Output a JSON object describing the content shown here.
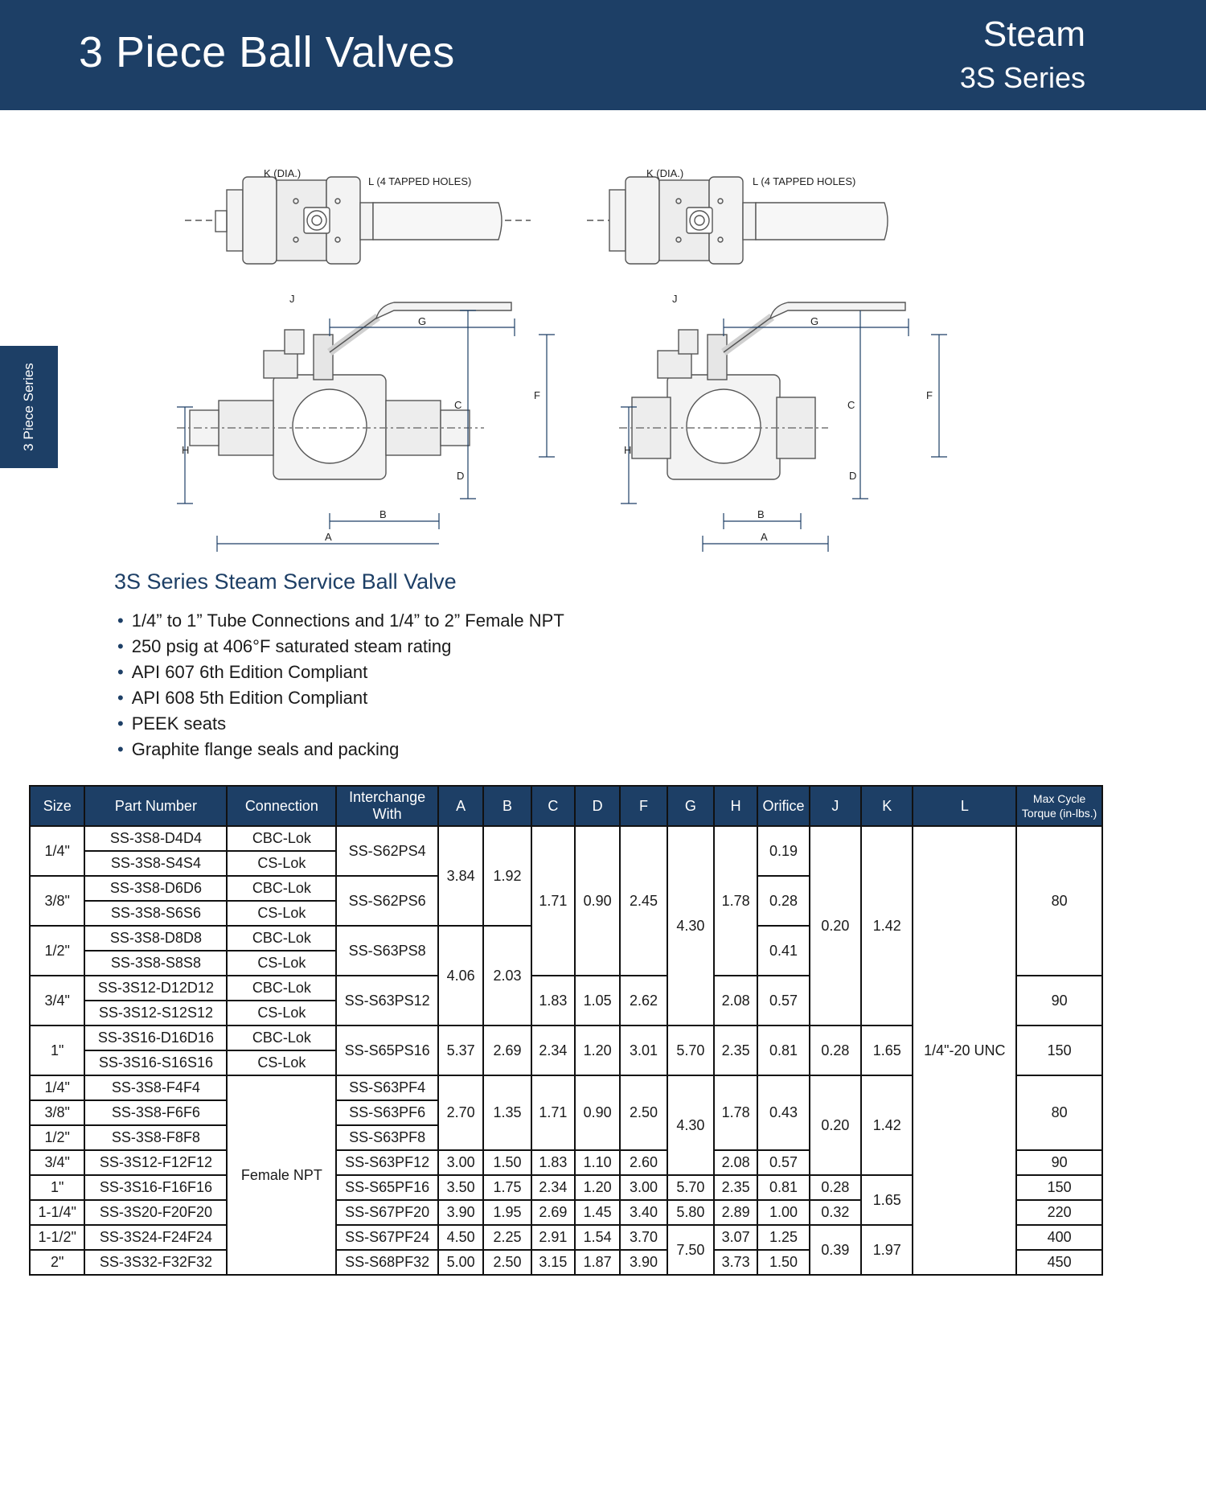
{
  "header": {
    "title": "3 Piece Ball Valves",
    "category": "Steam",
    "series": "3S Series"
  },
  "side_tab": "3 Piece Series",
  "drawings": {
    "top_labels": {
      "k": "K (DIA.)",
      "l": "L (4 TAPPED HOLES)",
      "j": "J"
    },
    "dim_labels": {
      "g": "G",
      "c": "C",
      "f": "F",
      "h": "H",
      "d": "D",
      "b": "B",
      "a": "A"
    }
  },
  "section": {
    "title": "3S Series Steam Service Ball Valve",
    "bullets": [
      "1/4” to 1” Tube Connections and 1/4” to 2” Female NPT",
      "250 psig at 406°F saturated steam rating",
      "API 607 6th Edition Compliant",
      "API 608 5th Edition Compliant",
      "PEEK seats",
      "Graphite flange seals and packing"
    ]
  },
  "table": {
    "headers": {
      "size": "Size",
      "part": "Part Number",
      "conn": "Connection",
      "inter_1": "Interchange",
      "inter_2": "With",
      "a": "A",
      "b": "B",
      "c": "C",
      "d": "D",
      "f": "F",
      "g": "G",
      "h": "H",
      "orifice": "Orifice",
      "j": "J",
      "k": "K",
      "l": "L",
      "torque_1": "Max Cycle",
      "torque_2": "Torque (in-lbs.)"
    },
    "tube": {
      "sizes": [
        "1/4\"",
        "3/8\"",
        "1/2\"",
        "3/4\"",
        "1\""
      ],
      "parts": [
        "SS-3S8-D4D4",
        "SS-3S8-S4S4",
        "SS-3S8-D6D6",
        "SS-3S8-S6S6",
        "SS-3S8-D8D8",
        "SS-3S8-S8S8",
        "SS-3S12-D12D12",
        "SS-3S12-S12S12",
        "SS-3S16-D16D16",
        "SS-3S16-S16S16"
      ],
      "conns": [
        "CBC-Lok",
        "CS-Lok",
        "CBC-Lok",
        "CS-Lok",
        "CBC-Lok",
        "CS-Lok",
        "CBC-Lok",
        "CS-Lok",
        "CBC-Lok",
        "CS-Lok"
      ],
      "inter": [
        "SS-S62PS4",
        "SS-S62PS6",
        "SS-S63PS8",
        "SS-S63PS12",
        "SS-S65PS16"
      ],
      "a": [
        "3.84",
        "4.06",
        "5.37"
      ],
      "b": [
        "1.92",
        "2.03",
        "2.69"
      ],
      "c": [
        "1.71",
        "1.83",
        "2.34"
      ],
      "d": [
        "0.90",
        "1.05",
        "1.20"
      ],
      "f": [
        "2.45",
        "2.62",
        "3.01"
      ],
      "g": [
        "4.30",
        "5.70"
      ],
      "h": [
        "1.78",
        "2.08",
        "2.35"
      ],
      "orifice": [
        "0.19",
        "0.28",
        "0.41",
        "0.57",
        "0.81"
      ],
      "j": [
        "0.20",
        "0.28"
      ],
      "k": [
        "1.42",
        "1.65"
      ],
      "l": "1/4\"-20 UNC",
      "torque": [
        "80",
        "90",
        "150"
      ]
    },
    "npt": {
      "conn": "Female NPT",
      "rows": [
        {
          "size": "1/4\"",
          "part": "SS-3S8-F4F4",
          "inter": "SS-S63PF4"
        },
        {
          "size": "3/8\"",
          "part": "SS-3S8-F6F6",
          "inter": "SS-S63PF6"
        },
        {
          "size": "1/2\"",
          "part": "SS-3S8-F8F8",
          "inter": "SS-S63PF8"
        },
        {
          "size": "3/4\"",
          "part": "SS-3S12-F12F12",
          "inter": "SS-S63PF12",
          "a": "3.00",
          "b": "1.50",
          "c": "1.83",
          "d": "1.10",
          "f": "2.60",
          "h": "2.08",
          "orifice": "0.57",
          "torque": "90"
        },
        {
          "size": "1\"",
          "part": "SS-3S16-F16F16",
          "inter": "SS-S65PF16",
          "a": "3.50",
          "b": "1.75",
          "c": "2.34",
          "d": "1.20",
          "f": "3.00",
          "g": "5.70",
          "h": "2.35",
          "orifice": "0.81",
          "j": "0.28",
          "torque": "150"
        },
        {
          "size": "1-1/4\"",
          "part": "SS-3S20-F20F20",
          "inter": "SS-S67PF20",
          "a": "3.90",
          "b": "1.95",
          "c": "2.69",
          "d": "1.45",
          "f": "3.40",
          "g": "5.80",
          "h": "2.89",
          "orifice": "1.00",
          "j": "0.32",
          "torque": "220"
        },
        {
          "size": "1-1/2\"",
          "part": "SS-3S24-F24F24",
          "inter": "SS-S67PF24",
          "a": "4.50",
          "b": "2.25",
          "c": "2.91",
          "d": "1.54",
          "f": "3.70",
          "h": "3.07",
          "orifice": "1.25",
          "torque": "400"
        },
        {
          "size": "2\"",
          "part": "SS-3S32-F32F32",
          "inter": "SS-S68PF32",
          "a": "5.00",
          "b": "2.50",
          "c": "3.15",
          "d": "1.87",
          "f": "3.90",
          "h": "3.73",
          "orifice": "1.50",
          "torque": "450"
        }
      ],
      "merged": {
        "a": "2.70",
        "b": "1.35",
        "c": "1.71",
        "d": "0.90",
        "f": "2.50",
        "g_small": "4.30",
        "g_large": "7.50",
        "h": "1.78",
        "orifice": "0.43",
        "j_small": "0.20",
        "j_large": "0.39",
        "k_small": "1.42",
        "k_mid": "1.65",
        "k_large": "1.97",
        "torque": "80"
      }
    }
  }
}
